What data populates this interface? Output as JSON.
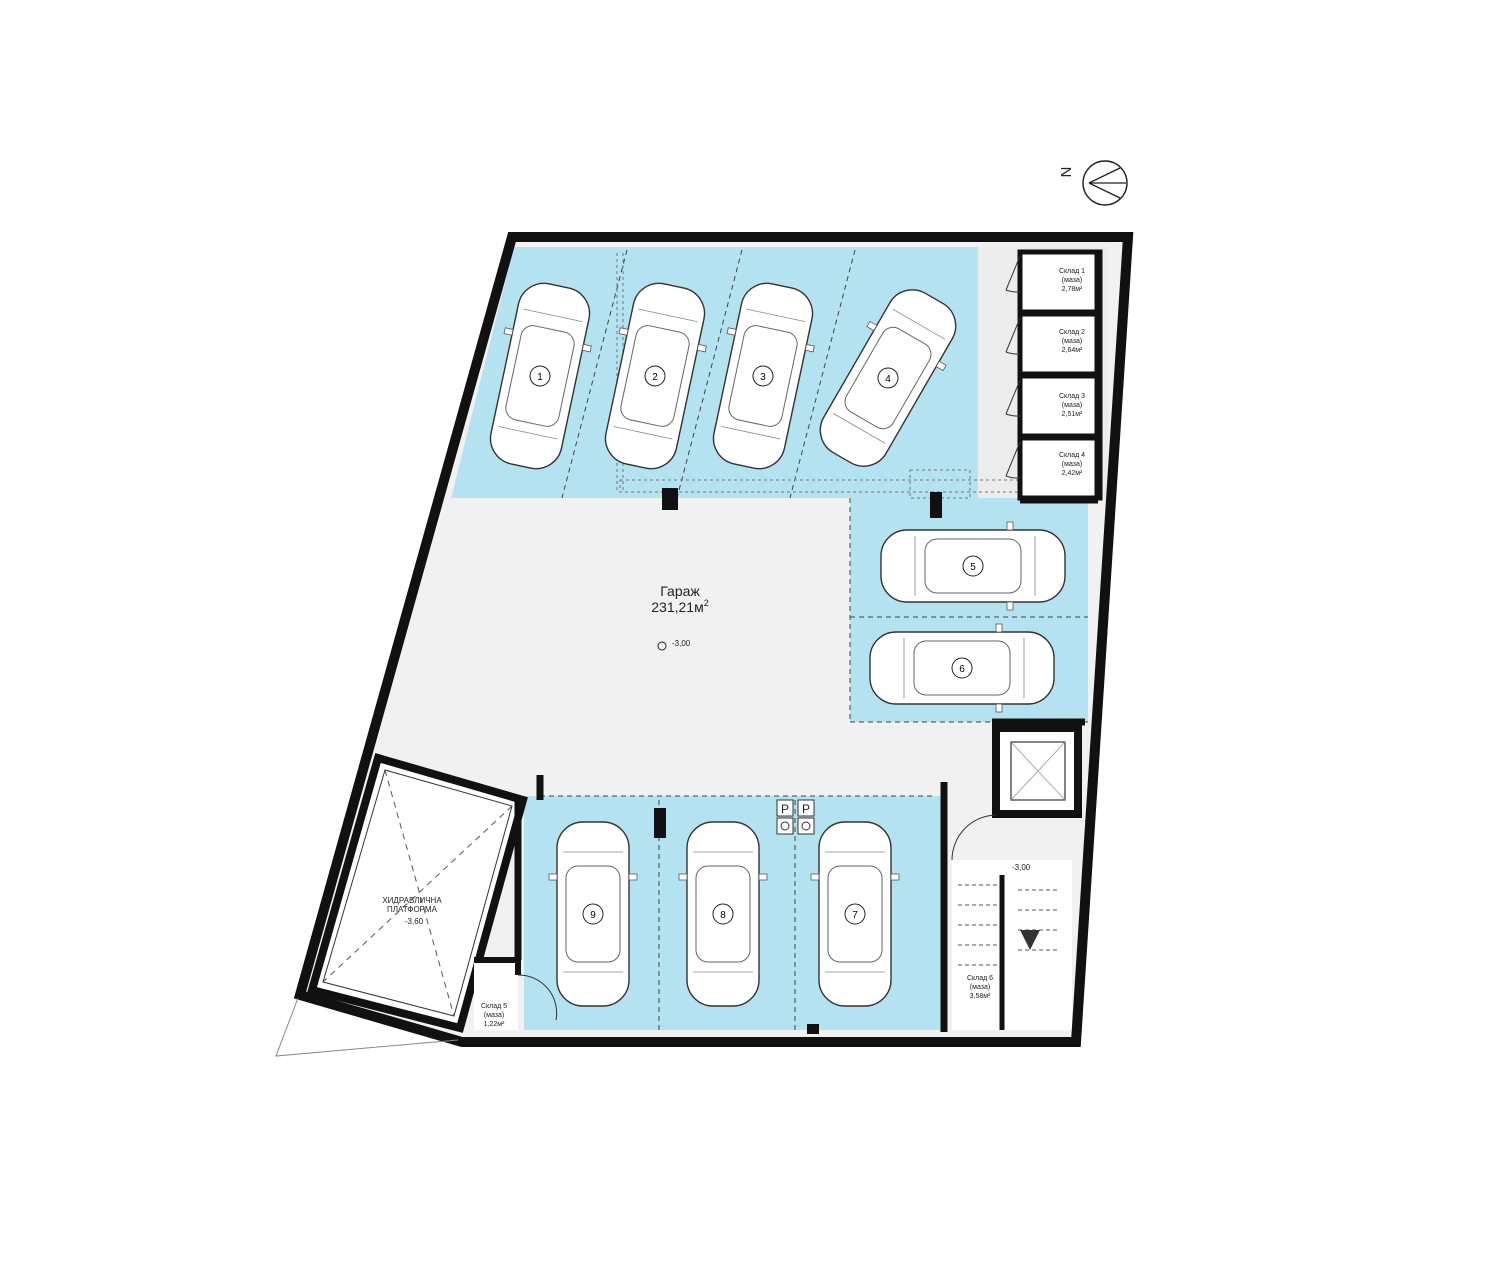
{
  "north_label": "N",
  "garage": {
    "name": "Гараж",
    "area": "231,21м",
    "area_sup": "2",
    "level": "-3,00"
  },
  "platform": {
    "line1": "ХИДРАВЛИЧНА",
    "line2": "ПЛАТФОРМА",
    "level": "-3,60"
  },
  "stair_level": "-3,00",
  "parking": {
    "spots": [
      {
        "number": "1"
      },
      {
        "number": "2"
      },
      {
        "number": "3"
      },
      {
        "number": "4"
      },
      {
        "number": "5"
      },
      {
        "number": "6"
      },
      {
        "number": "7"
      },
      {
        "number": "8"
      },
      {
        "number": "9"
      }
    ],
    "accessible_sign": "P"
  },
  "storage": [
    {
      "name": "Склад 1",
      "type": "(маза)",
      "area": "2,78м²"
    },
    {
      "name": "Склад 2",
      "type": "(маза)",
      "area": "2,64м²"
    },
    {
      "name": "Склад 3",
      "type": "(маза)",
      "area": "2,51м²"
    },
    {
      "name": "Склад 4",
      "type": "(маза)",
      "area": "2,42м²"
    },
    {
      "name": "Склад 5",
      "type": "(маза)",
      "area": "1,22м²"
    },
    {
      "name": "Склад 6",
      "type": "(маза)",
      "area": "3,58м²"
    }
  ],
  "colors": {
    "wall": "#111111",
    "parking_fill": "#b4e2f1",
    "floor_fill": "#f1f1f1",
    "service_fill": "#ececec",
    "line": "#444444"
  }
}
